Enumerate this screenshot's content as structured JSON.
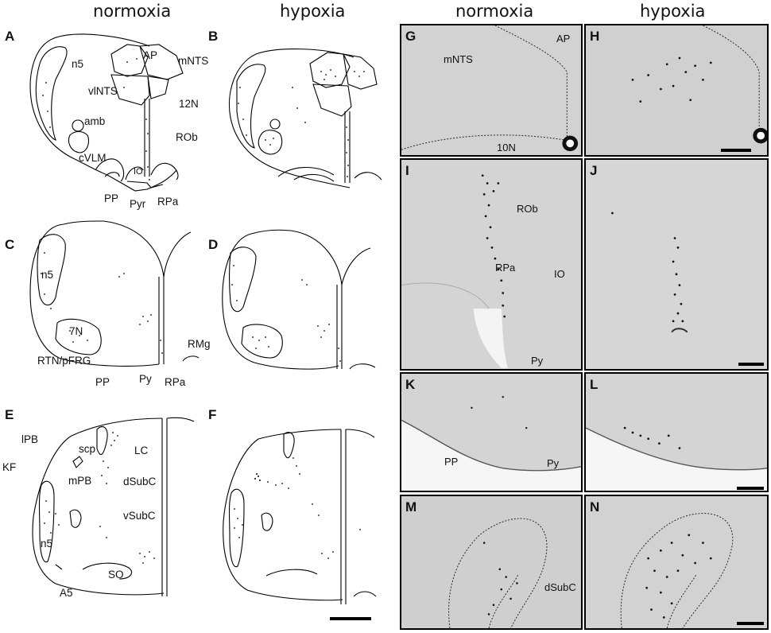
{
  "columns": {
    "left_normoxia": "normoxia",
    "left_hypoxia": "hypoxia",
    "right_normoxia": "normoxia",
    "right_hypoxia": "hypoxia"
  },
  "panels": {
    "A": "A",
    "B": "B",
    "C": "C",
    "D": "D",
    "E": "E",
    "F": "F",
    "G": "G",
    "H": "H",
    "I": "I",
    "J": "J",
    "K": "K",
    "L": "L",
    "M": "M",
    "N": "N"
  },
  "labels_A": {
    "n5": "n5",
    "AP": "AP",
    "mNTS": "mNTS",
    "vlNTS": "vlNTS",
    "12N": "12N",
    "amb": "amb",
    "ROb": "ROb",
    "cVLM": "cVLM",
    "IO": "IO",
    "PP": "PP",
    "Pyr": "Pyr",
    "RPa": "RPa"
  },
  "labels_C": {
    "n5": "n5",
    "7N": "7N",
    "RMg": "RMg",
    "RTN": "RTN/pFRG",
    "PP": "PP",
    "Py": "Py",
    "RPa": "RPa"
  },
  "labels_E": {
    "lPB": "lPB",
    "scp": "scp",
    "LC": "LC",
    "KF": "KF",
    "mPB": "mPB",
    "dSubC": "dSubC",
    "vSubC": "vSubC",
    "n5": "n5",
    "SO": "SO",
    "A5": "A5"
  },
  "labels_G": {
    "mNTS": "mNTS",
    "AP": "AP",
    "10N": "10N"
  },
  "labels_I": {
    "ROb": "ROb",
    "RPa": "RPa",
    "IO": "IO",
    "Py": "Py"
  },
  "labels_K": {
    "PP": "PP",
    "Py": "Py"
  },
  "labels_M": {
    "dSubC": "dSubC"
  }
}
